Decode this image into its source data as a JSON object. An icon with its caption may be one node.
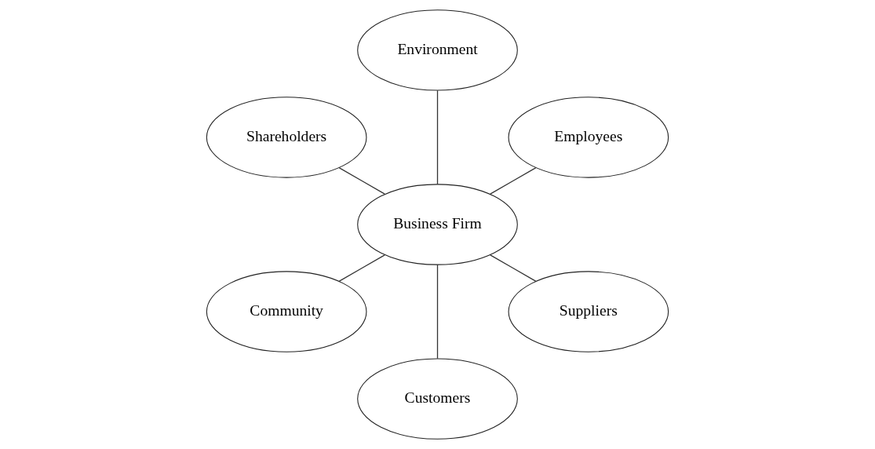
{
  "diagram": {
    "nodes": [
      {
        "text": [
          "Employees"
        ]
      },
      {
        "text": [
          "Environment"
        ]
      },
      {
        "text": [
          "Shareholders"
        ]
      },
      {
        "text": [
          "Business Firm"
        ]
      },
      {
        "text": [
          "Community"
        ]
      },
      {
        "text": [
          "Customers"
        ]
      },
      {
        "text": [
          "Suppliers"
        ]
      }
    ],
    "edges": [
      {
        "from": 3,
        "to": 0,
        "arrow": "none"
      },
      {
        "from": 3,
        "to": 1,
        "arrow": "none"
      },
      {
        "from": 3,
        "to": 2,
        "arrow": "none"
      },
      {
        "from": 3,
        "to": 4,
        "arrow": "none"
      },
      {
        "from": 3,
        "to": 5,
        "arrow": "none"
      },
      {
        "from": 3,
        "to": 6,
        "arrow": "none"
      }
    ]
  }
}
